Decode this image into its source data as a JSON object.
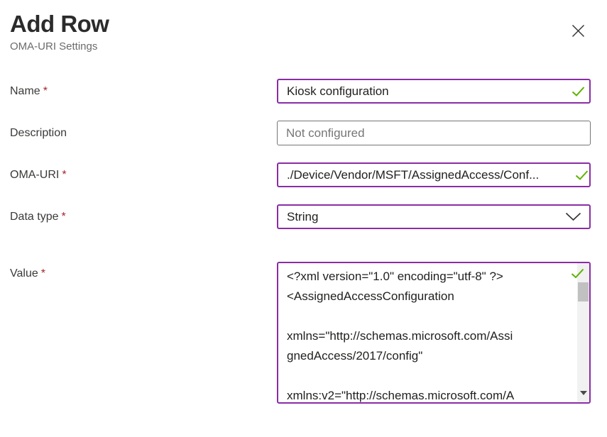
{
  "header": {
    "title": "Add Row",
    "subtitle": "OMA-URI Settings"
  },
  "required_mark": "*",
  "colors": {
    "dirty_field_border_purple": "#8a2da5",
    "valid_check_green": "#5db300",
    "required_asterisk_red": "#a4262c",
    "neutral_field_border_gray": "#757575"
  },
  "icons": {
    "close": "close-icon",
    "valid": "checkmark-icon",
    "dropdown": "chevron-down-icon",
    "scroll_down": "scroll-down-arrow-icon"
  },
  "fields": {
    "name": {
      "label": "Name",
      "value": "Kiosk configuration"
    },
    "description": {
      "label": "Description",
      "placeholder": "Not configured"
    },
    "oma_uri": {
      "label": "OMA-URI",
      "value": "./Device/Vendor/MSFT/AssignedAccess/Conf..."
    },
    "data_type": {
      "label": "Data type",
      "selected": "String"
    },
    "value": {
      "label": "Value",
      "text": "<?xml version=\"1.0\" encoding=\"utf-8\" ?>\n<AssignedAccessConfiguration\n\nxmlns=\"http://schemas.microsoft.com/Assi\ngnedAccess/2017/config\"\n\nxmlns:v2=\"http://schemas.microsoft.com/A"
    }
  }
}
